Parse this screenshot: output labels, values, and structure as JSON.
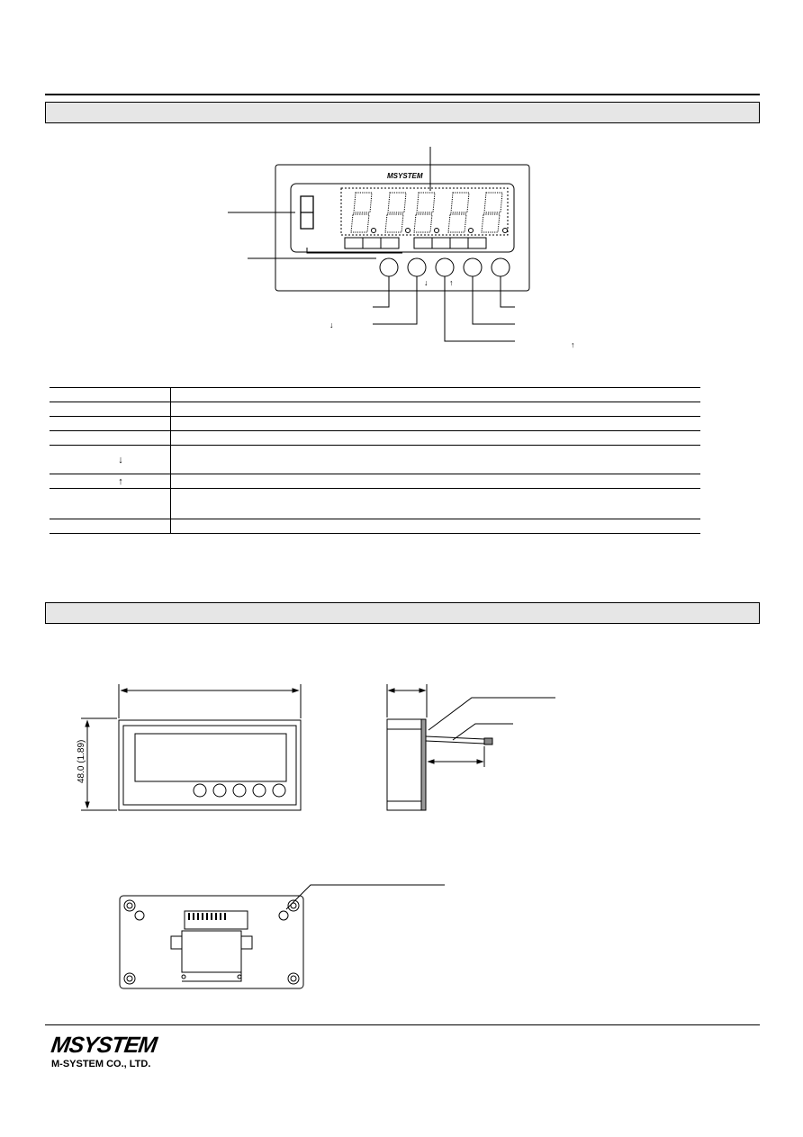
{
  "front_panel": {
    "brand": "MSYSTEM",
    "arrow_down": "↓",
    "arrow_up": "↑",
    "callout_down": "↓",
    "callout_up": "↑"
  },
  "table": {
    "rows": [
      {
        "no": "",
        "name": "",
        "desc": ""
      },
      {
        "no": "",
        "name": "",
        "desc": ""
      },
      {
        "no": "",
        "name": "",
        "desc": ""
      },
      {
        "no": "",
        "name": "",
        "desc": ""
      },
      {
        "no": "",
        "name": "↓",
        "desc": ""
      },
      {
        "no": "",
        "name": "↑",
        "desc": ""
      },
      {
        "no": "",
        "name": "",
        "desc": ""
      },
      {
        "no": "",
        "name": "",
        "desc": ""
      }
    ]
  },
  "dimensions": {
    "height_label": "48.0 (1.89)"
  },
  "footer": {
    "logo": "MSYSTEM",
    "company": "M-SYSTEM CO., LTD."
  }
}
